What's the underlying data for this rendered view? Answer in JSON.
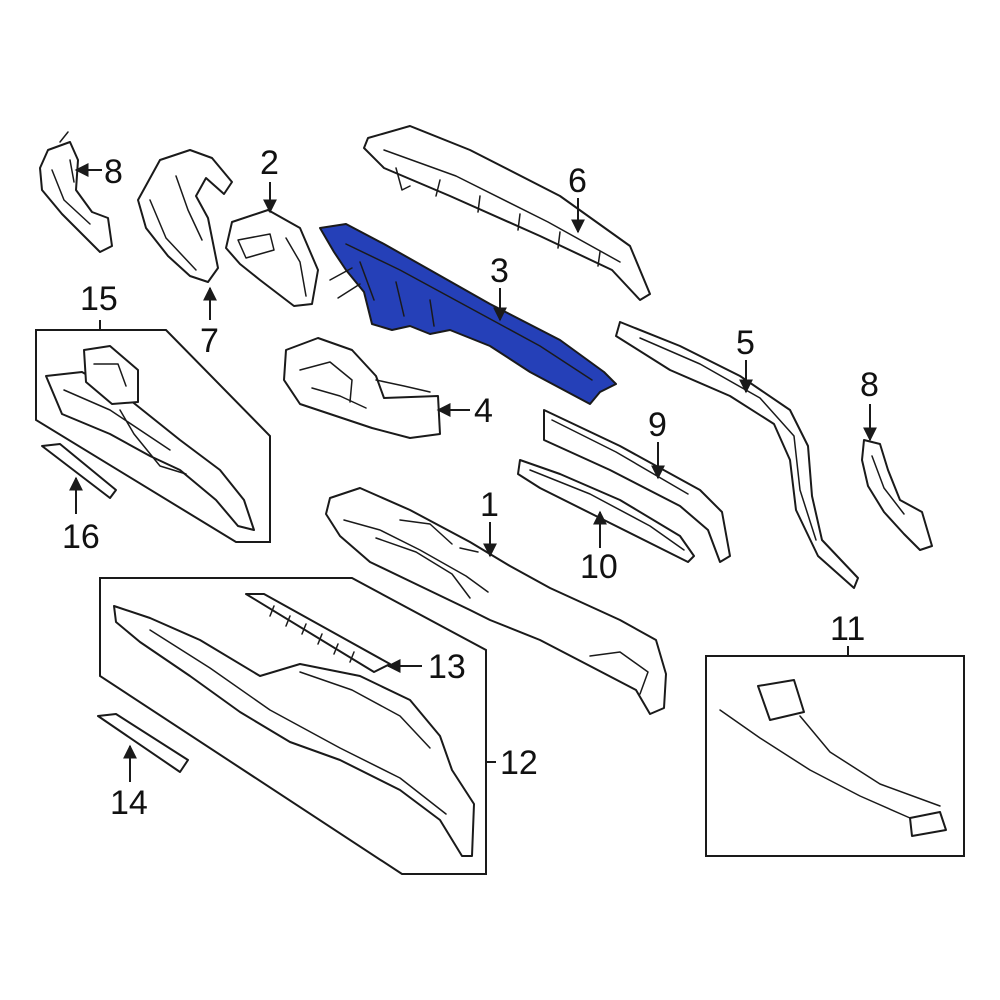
{
  "diagram": {
    "highlight_color": "#2540b8",
    "line_color": "#1a1a1a",
    "highlighted_part": "3",
    "callouts": [
      "1",
      "2",
      "3",
      "4",
      "5",
      "6",
      "7",
      "8",
      "8",
      "9",
      "10",
      "11",
      "12",
      "13",
      "14",
      "15",
      "16"
    ]
  }
}
